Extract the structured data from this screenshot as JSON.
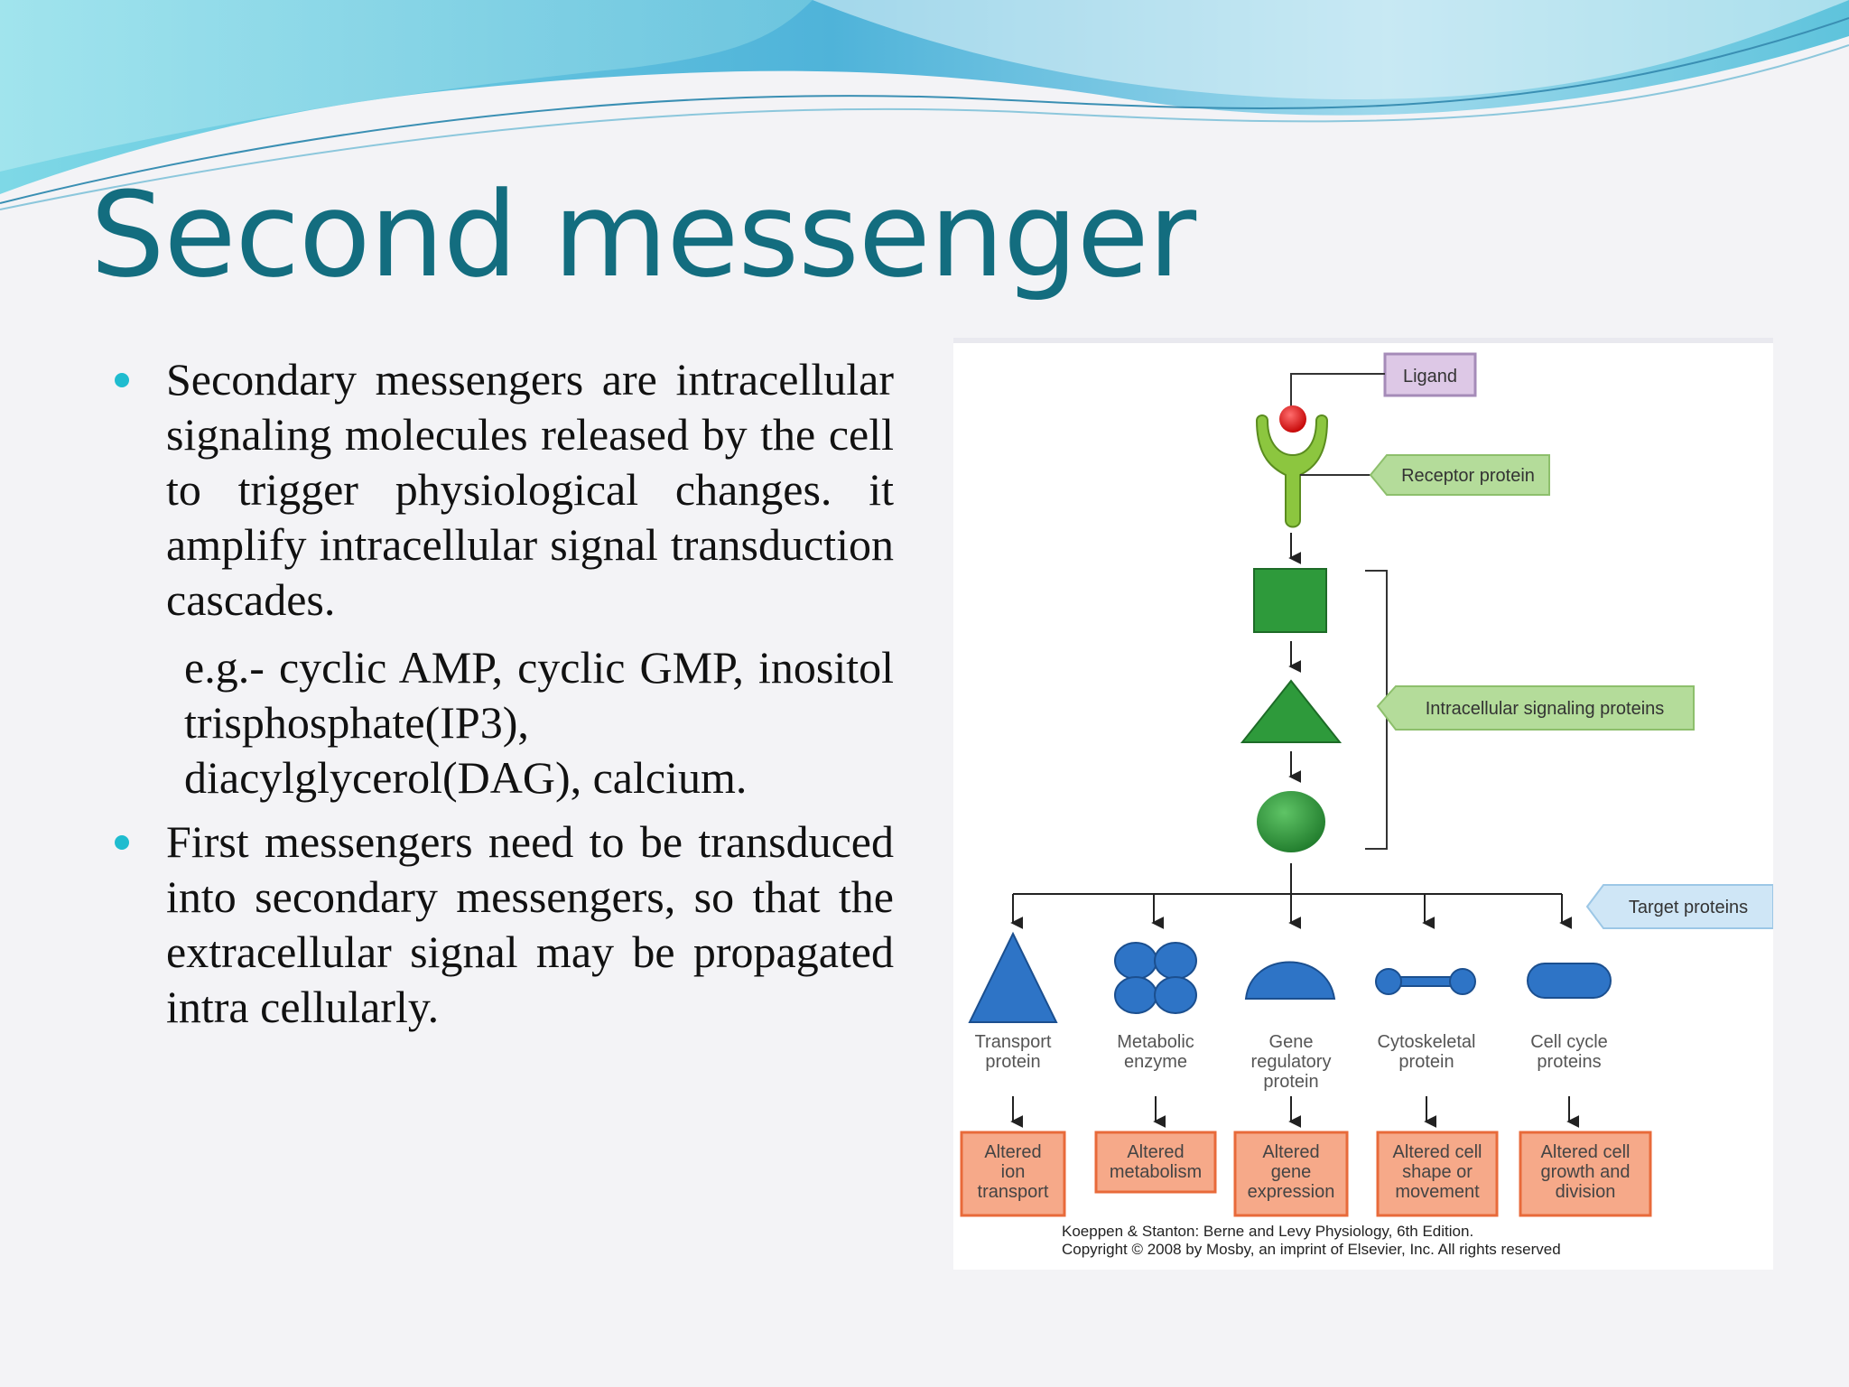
{
  "slide": {
    "title": "Second messenger",
    "bullets": [
      {
        "text": "Secondary messengers are intracellular signaling molecules released by the cell to trigger physiological changes. it amplify intracellular signal transduction cascades."
      },
      {
        "text": "First messengers need to be transduced into secondary messengers, so that the extracellular signal may be propagated intra cellularly."
      }
    ],
    "example": "e.g.- cyclic AMP, cyclic GMP, inositol trisphosphate(IP3), diacylglycerol(DAG), calcium."
  },
  "figure": {
    "labels": {
      "ligand": "Ligand",
      "receptor": "Receptor protein",
      "intracellular": "Intracellular signaling proteins",
      "target": "Target proteins"
    },
    "targets": [
      {
        "line1": "Transport",
        "line2": "protein",
        "line3": ""
      },
      {
        "line1": "Metabolic",
        "line2": "enzyme",
        "line3": ""
      },
      {
        "line1": "Gene",
        "line2": "regulatory",
        "line3": "protein"
      },
      {
        "line1": "Cytoskeletal",
        "line2": "protein",
        "line3": ""
      },
      {
        "line1": "Cell cycle",
        "line2": "proteins",
        "line3": ""
      }
    ],
    "outcomes": [
      {
        "line1": "Altered",
        "line2": "ion",
        "line3": "transport"
      },
      {
        "line1": "Altered",
        "line2": "metabolism",
        "line3": ""
      },
      {
        "line1": "Altered",
        "line2": "gene",
        "line3": "expression"
      },
      {
        "line1": "Altered cell",
        "line2": "shape or",
        "line3": "movement"
      },
      {
        "line1": "Altered cell",
        "line2": "growth and",
        "line3": "division"
      }
    ],
    "credit_line1": "Koeppen & Stanton: Berne and Levy Physiology, 6th Edition.",
    "credit_line2": "Copyright © 2008 by Mosby, an imprint of Elsevier, Inc. All rights reserved"
  },
  "colors": {
    "title": "#136d7f",
    "bullet": "#1fbccf",
    "ligand_label": "#ddc8e6",
    "green_label": "#b4dc9a",
    "blue_label": "#cfe6f6",
    "outcome_box": "#f6a989",
    "outcome_border": "#e86a3a",
    "green_shape": "#2e9a3b",
    "blue_shape": "#2e74c6"
  }
}
